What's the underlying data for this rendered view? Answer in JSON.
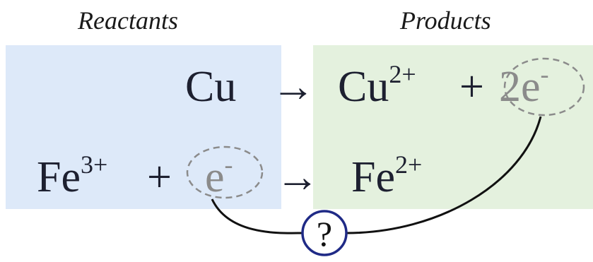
{
  "headers": {
    "reactants": "Reactants",
    "products": "Products"
  },
  "reaction1": {
    "reactant": "Cu",
    "arrow": "→",
    "product_base": "Cu",
    "product_charge": "2+",
    "plus": "+",
    "electrons": "2e",
    "electron_charge": "-"
  },
  "reaction2": {
    "reactant_base": "Fe",
    "reactant_charge": "3+",
    "plus": "+",
    "electron": "e",
    "electron_charge": "-",
    "arrow": "→",
    "product_base": "Fe",
    "product_charge": "2+"
  },
  "question": "?",
  "colors": {
    "reactants_bg": "#dde9f9",
    "products_bg": "#e4f1de",
    "question_circle": "#1f2a86",
    "dashed_ellipse": "#8b8b8b"
  }
}
